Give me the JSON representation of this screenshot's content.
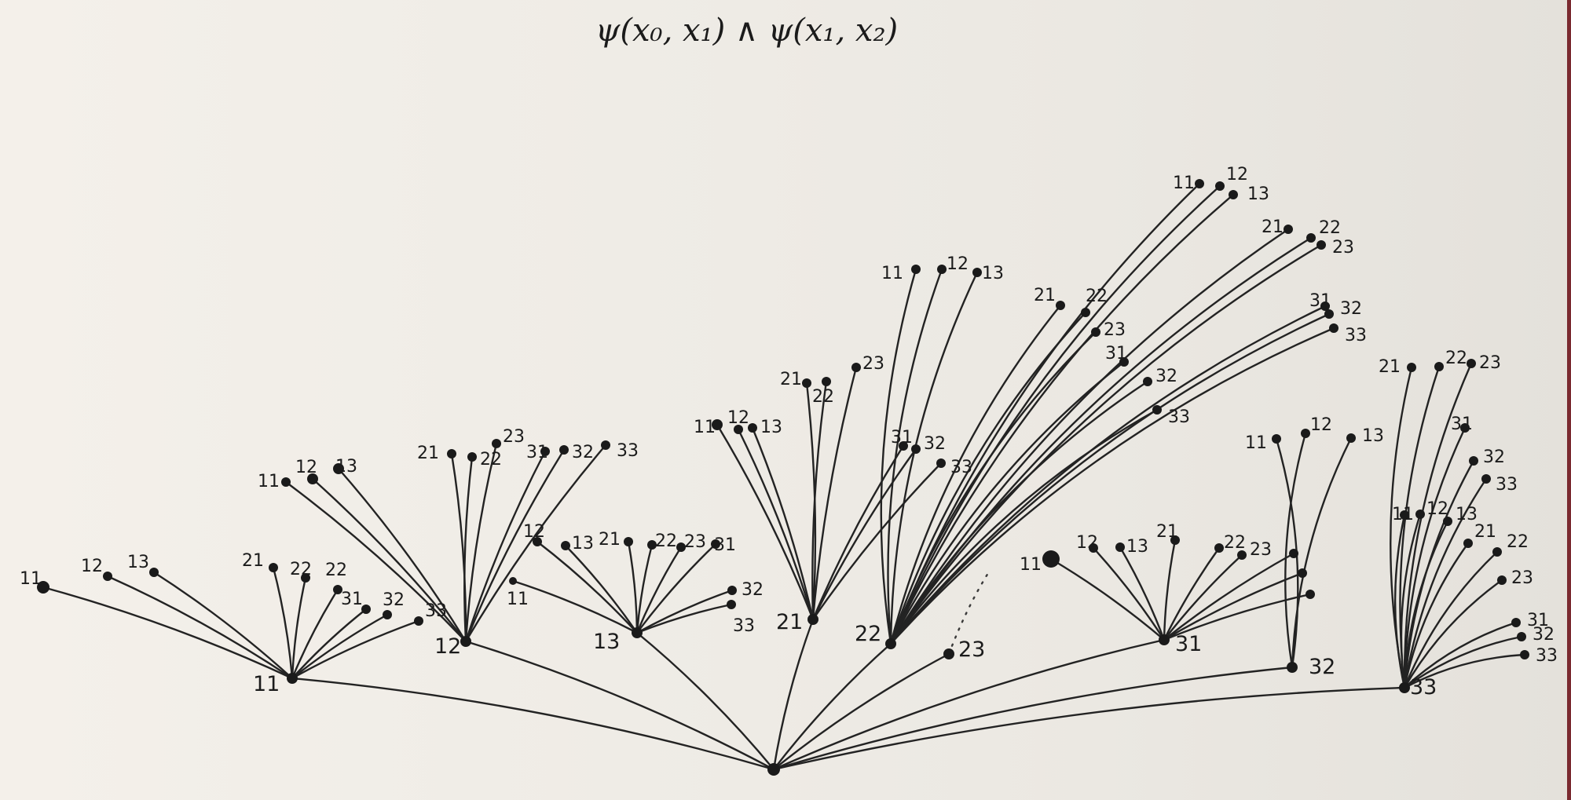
{
  "title": "ψ(x₀, x₁) ∧ ψ(x₁, x₂)",
  "root": "",
  "branches": [
    {
      "label": "11",
      "children": [
        "11",
        "12",
        "13",
        "21",
        "22",
        "22",
        "31",
        "32",
        "33"
      ]
    },
    {
      "label": "12",
      "children": [
        "11",
        "12",
        "13",
        "21",
        "22",
        "23",
        "31",
        "32",
        "33"
      ]
    },
    {
      "label": "13",
      "children": [
        "11",
        "12",
        "13",
        "21",
        "22",
        "23",
        "31",
        "32",
        "33"
      ]
    },
    {
      "label": "21",
      "children": [
        "11",
        "12",
        "13",
        "21",
        "22",
        "23",
        "31",
        "32",
        "33"
      ]
    },
    {
      "label": "22",
      "children": [
        "11",
        "12",
        "13",
        "21",
        "22",
        "23",
        "31",
        "32",
        "33",
        "11",
        "12",
        "13",
        "21",
        "22",
        "23",
        "31",
        "32",
        "33"
      ]
    },
    {
      "label": "23",
      "children": []
    },
    {
      "label": "31",
      "children": [
        "11",
        "12",
        "13",
        "21",
        "22",
        "23",
        "",
        "",
        ""
      ]
    },
    {
      "label": "32",
      "children": [
        "11",
        "12",
        "13"
      ]
    },
    {
      "label": "33",
      "children": [
        "11",
        "12",
        "13",
        "21",
        "22",
        "23",
        "31",
        "32",
        "33",
        "21",
        "22",
        "23",
        "31",
        "32",
        "33"
      ]
    }
  ]
}
